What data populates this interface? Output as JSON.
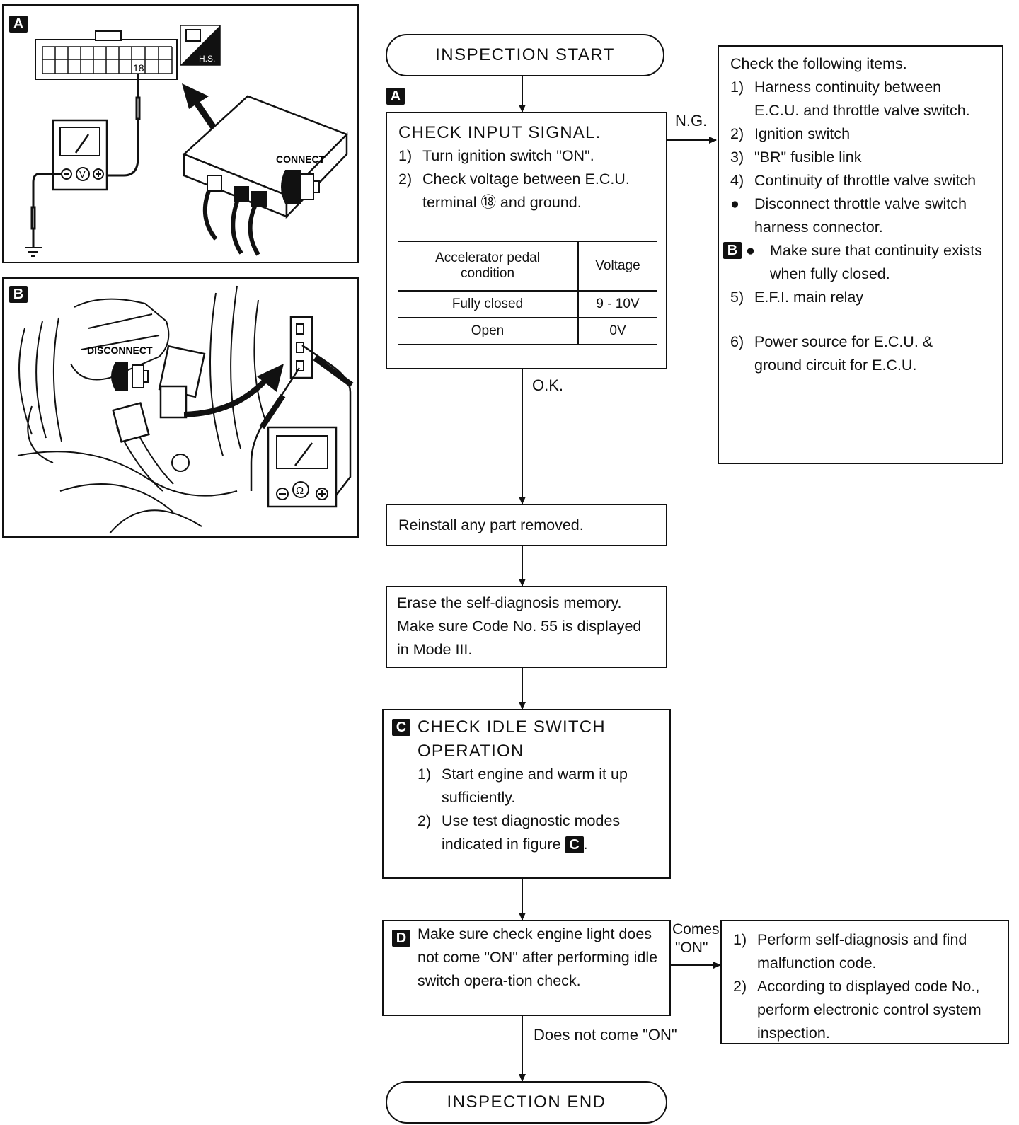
{
  "figure_a": {
    "badge": "A",
    "terminal_number": "18",
    "connect_label": "CONNECT",
    "hs_label": "H.S.",
    "meter_symbol": "V"
  },
  "figure_b": {
    "badge": "B",
    "disconnect_label": "DISCONNECT",
    "meter_symbol": "Ω"
  },
  "flow": {
    "start": "INSPECTION START",
    "end": "INSPECTION END",
    "check_input": {
      "badge": "A",
      "title": "CHECK INPUT SIGNAL.",
      "steps": [
        {
          "num": "1)",
          "text": "Turn ignition switch \"ON\"."
        },
        {
          "num": "2)",
          "text": "Check voltage between E.C.U. terminal ⑱ and ground."
        }
      ],
      "table": {
        "headers": [
          "Accelerator pedal condition",
          "Voltage"
        ],
        "rows": [
          [
            "Fully closed",
            "9 - 10V"
          ],
          [
            "Open",
            "0V"
          ]
        ]
      }
    },
    "ng_label": "N.G.",
    "ok_label": "O.K.",
    "ng_box": {
      "intro": "Check the following items.",
      "items": [
        {
          "num": "1)",
          "text": "Harness continuity between E.C.U. and throttle valve switch."
        },
        {
          "num": "2)",
          "text": "Ignition switch"
        },
        {
          "num": "3)",
          "text": "\"BR\" fusible link"
        },
        {
          "num": "4)",
          "text": "Continuity of throttle valve switch"
        },
        {
          "num": "●",
          "text": "Disconnect throttle valve switch harness connector."
        },
        {
          "num": "●",
          "text": "Make sure that continuity exists when fully closed.",
          "badge": "B"
        },
        {
          "num": "5)",
          "text": "E.F.I. main relay"
        },
        {
          "num": "6)",
          "text": "Power source for E.C.U. & ground circuit for E.C.U."
        }
      ]
    },
    "reinstall": "Reinstall any part removed.",
    "erase": "Erase the self-diagnosis memory. Make sure Code No. 55 is displayed in Mode III.",
    "idle_check": {
      "badge": "C",
      "title_1": "CHECK IDLE SWITCH",
      "title_2": "OPERATION",
      "steps": [
        {
          "num": "1)",
          "text": "Start engine and warm it up sufficiently."
        },
        {
          "num": "2)",
          "text": "Use test diagnostic modes indicated in figure"
        }
      ],
      "figure_ref": "C"
    },
    "light_check": {
      "badge": "D",
      "text": "Make sure check engine light does not come \"ON\" after performing idle switch opera-tion check."
    },
    "comes_on_label_1": "Comes",
    "comes_on_label_2": "\"ON\"",
    "not_on_label": "Does not come \"ON\"",
    "self_diag_box": {
      "items": [
        {
          "num": "1)",
          "text": "Perform self-diagnosis and find malfunction code."
        },
        {
          "num": "2)",
          "text": "According to displayed code No., perform electronic control system inspection."
        }
      ]
    }
  }
}
